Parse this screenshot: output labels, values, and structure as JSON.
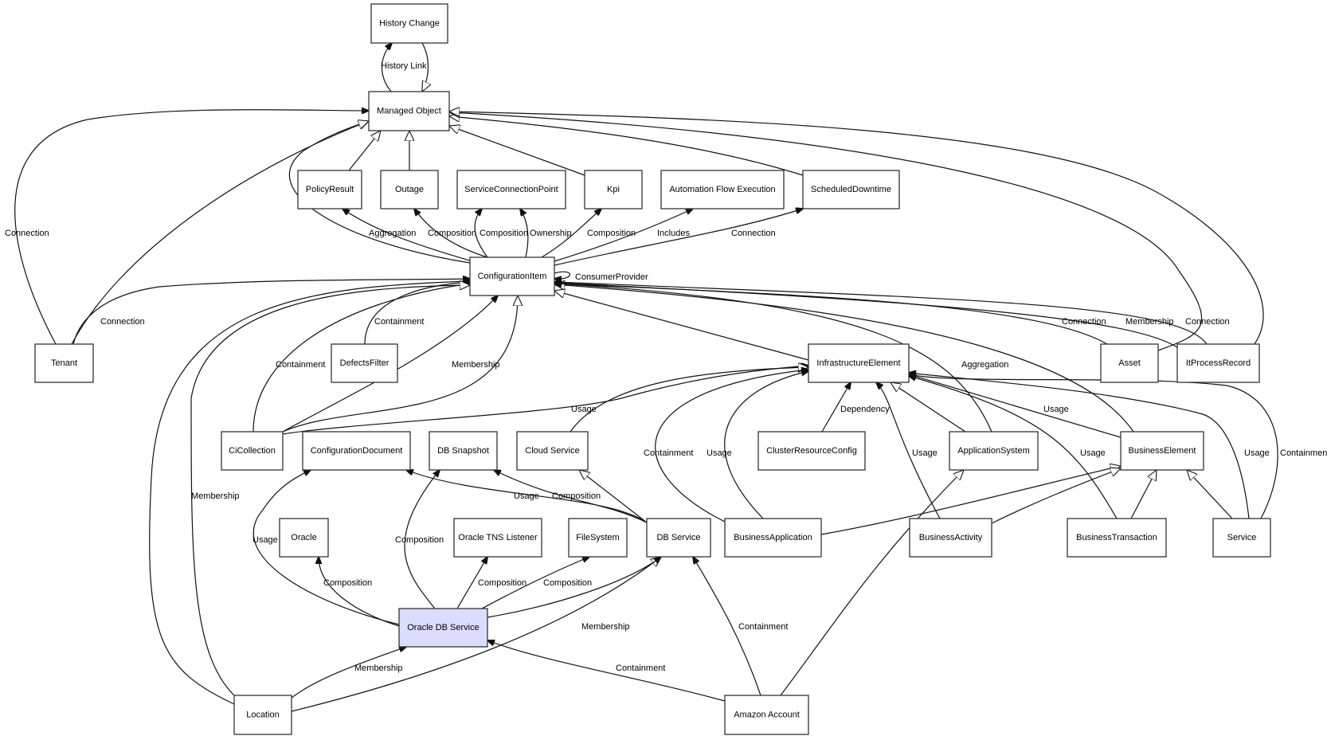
{
  "diagram": {
    "type": "class-relationship-graph",
    "colors": {
      "highlight_fill": "#dcdcfc",
      "node_fill": "#ffffff",
      "stroke": "#333333"
    },
    "nodes": [
      {
        "id": "history_change",
        "label": "History Change"
      },
      {
        "id": "managed_object",
        "label": "Managed Object"
      },
      {
        "id": "policy_result",
        "label": "PolicyResult"
      },
      {
        "id": "outage",
        "label": "Outage"
      },
      {
        "id": "service_connection_point",
        "label": "ServiceConnectionPoint"
      },
      {
        "id": "kpi",
        "label": "Kpi"
      },
      {
        "id": "automation_flow_execution",
        "label": "Automation Flow Execution"
      },
      {
        "id": "scheduled_downtime",
        "label": "ScheduledDowntime"
      },
      {
        "id": "configuration_item",
        "label": "ConfigurationItem"
      },
      {
        "id": "tenant",
        "label": "Tenant"
      },
      {
        "id": "defects_filter",
        "label": "DefectsFilter"
      },
      {
        "id": "infrastructure_element",
        "label": "InfrastructureElement"
      },
      {
        "id": "asset",
        "label": "Asset"
      },
      {
        "id": "it_process_record",
        "label": "ItProcessRecord"
      },
      {
        "id": "ci_collection",
        "label": "CiCollection"
      },
      {
        "id": "configuration_document",
        "label": "ConfigurationDocument"
      },
      {
        "id": "db_snapshot",
        "label": "DB Snapshot"
      },
      {
        "id": "cloud_service",
        "label": "Cloud Service"
      },
      {
        "id": "cluster_resource_config",
        "label": "ClusterResourceConfig"
      },
      {
        "id": "application_system",
        "label": "ApplicationSystem"
      },
      {
        "id": "business_element",
        "label": "BusinessElement"
      },
      {
        "id": "oracle",
        "label": "Oracle"
      },
      {
        "id": "oracle_tns_listener",
        "label": "Oracle TNS Listener"
      },
      {
        "id": "file_system",
        "label": "FileSystem"
      },
      {
        "id": "db_service",
        "label": "DB Service"
      },
      {
        "id": "business_application",
        "label": "BusinessApplication"
      },
      {
        "id": "business_activity",
        "label": "BusinessActivity"
      },
      {
        "id": "business_transaction",
        "label": "BusinessTransaction"
      },
      {
        "id": "service",
        "label": "Service"
      },
      {
        "id": "oracle_db_service",
        "label": "Oracle DB Service",
        "highlighted": true
      },
      {
        "id": "location",
        "label": "Location"
      },
      {
        "id": "amazon_account",
        "label": "Amazon Account"
      }
    ],
    "edges": [
      {
        "from": "managed_object",
        "to": "history_change",
        "label": "History Link",
        "kind": "association"
      },
      {
        "from": "history_change",
        "to": "managed_object",
        "label": "",
        "kind": "inheritance"
      },
      {
        "from": "tenant",
        "to": "managed_object",
        "label": "Connection",
        "kind": "association"
      },
      {
        "from": "tenant",
        "to": "managed_object",
        "label": "",
        "kind": "inheritance"
      },
      {
        "from": "configuration_item",
        "to": "managed_object",
        "label": "",
        "kind": "inheritance"
      },
      {
        "from": "policy_result",
        "to": "managed_object",
        "label": "",
        "kind": "inheritance"
      },
      {
        "from": "outage",
        "to": "managed_object",
        "label": "",
        "kind": "inheritance"
      },
      {
        "from": "kpi",
        "to": "managed_object",
        "label": "",
        "kind": "inheritance"
      },
      {
        "from": "scheduled_downtime",
        "to": "managed_object",
        "label": "",
        "kind": "inheritance"
      },
      {
        "from": "asset",
        "to": "managed_object",
        "label": "",
        "kind": "inheritance"
      },
      {
        "from": "it_process_record",
        "to": "managed_object",
        "label": "",
        "kind": "inheritance"
      },
      {
        "from": "configuration_item",
        "to": "policy_result",
        "label": "Aggregation",
        "kind": "association"
      },
      {
        "from": "configuration_item",
        "to": "outage",
        "label": "Composition",
        "kind": "association"
      },
      {
        "from": "configuration_item",
        "to": "service_connection_point",
        "label": "Composition",
        "kind": "association"
      },
      {
        "from": "configuration_item",
        "to": "service_connection_point",
        "label": "Ownership",
        "kind": "association"
      },
      {
        "from": "configuration_item",
        "to": "kpi",
        "label": "Composition",
        "kind": "association"
      },
      {
        "from": "configuration_item",
        "to": "automation_flow_execution",
        "label": "Includes",
        "kind": "association"
      },
      {
        "from": "configuration_item",
        "to": "scheduled_downtime",
        "label": "Connection",
        "kind": "association"
      },
      {
        "from": "configuration_item",
        "to": "configuration_item",
        "label": "ConsumerProvider",
        "kind": "association"
      },
      {
        "from": "tenant",
        "to": "configuration_item",
        "label": "Connection",
        "kind": "association"
      },
      {
        "from": "defects_filter",
        "to": "configuration_item",
        "label": "Containment",
        "kind": "association"
      },
      {
        "from": "ci_collection",
        "to": "configuration_item",
        "label": "Containment",
        "kind": "association"
      },
      {
        "from": "ci_collection",
        "to": "configuration_item",
        "label": "Membership",
        "kind": "association"
      },
      {
        "from": "ci_collection",
        "to": "configuration_item",
        "label": "",
        "kind": "inheritance"
      },
      {
        "from": "location",
        "to": "configuration_item",
        "label": "Membership",
        "kind": "association"
      },
      {
        "from": "location",
        "to": "configuration_item",
        "label": "",
        "kind": "inheritance"
      },
      {
        "from": "infrastructure_element",
        "to": "configuration_item",
        "label": "",
        "kind": "inheritance"
      },
      {
        "from": "application_system",
        "to": "configuration_item",
        "label": "Aggregation",
        "kind": "association"
      },
      {
        "from": "business_element",
        "to": "configuration_item",
        "label": "",
        "kind": "inheritance"
      },
      {
        "from": "asset",
        "to": "configuration_item",
        "label": "Connection",
        "kind": "association"
      },
      {
        "from": "it_process_record",
        "to": "configuration_item",
        "label": "Membership",
        "kind": "association"
      },
      {
        "from": "it_process_record",
        "to": "configuration_item",
        "label": "Connection",
        "kind": "association"
      },
      {
        "from": "ci_collection",
        "to": "infrastructure_element",
        "label": "Usage",
        "kind": "association"
      },
      {
        "from": "cloud_service",
        "to": "infrastructure_element",
        "label": "",
        "kind": "inheritance"
      },
      {
        "from": "business_application",
        "to": "infrastructure_element",
        "label": "Containment",
        "kind": "association"
      },
      {
        "from": "business_application",
        "to": "infrastructure_element",
        "label": "Usage",
        "kind": "association"
      },
      {
        "from": "cluster_resource_config",
        "to": "infrastructure_element",
        "label": "Dependency",
        "kind": "association"
      },
      {
        "from": "business_activity",
        "to": "infrastructure_element",
        "label": "Usage",
        "kind": "association"
      },
      {
        "from": "application_system",
        "to": "infrastructure_element",
        "label": "",
        "kind": "inheritance"
      },
      {
        "from": "business_transaction",
        "to": "infrastructure_element",
        "label": "Usage",
        "kind": "association"
      },
      {
        "from": "business_element",
        "to": "infrastructure_element",
        "label": "Usage",
        "kind": "association"
      },
      {
        "from": "service",
        "to": "infrastructure_element",
        "label": "Usage",
        "kind": "association"
      },
      {
        "from": "service",
        "to": "infrastructure_element",
        "label": "Containment",
        "kind": "association"
      },
      {
        "from": "business_application",
        "to": "business_element",
        "label": "",
        "kind": "inheritance"
      },
      {
        "from": "business_activity",
        "to": "business_element",
        "label": "",
        "kind": "inheritance"
      },
      {
        "from": "business_transaction",
        "to": "business_element",
        "label": "",
        "kind": "inheritance"
      },
      {
        "from": "service",
        "to": "business_element",
        "label": "",
        "kind": "inheritance"
      },
      {
        "from": "amazon_account",
        "to": "application_system",
        "label": "",
        "kind": "inheritance"
      },
      {
        "from": "db_service",
        "to": "configuration_document",
        "label": "Usage",
        "kind": "association"
      },
      {
        "from": "db_service",
        "to": "db_snapshot",
        "label": "Composition",
        "kind": "association"
      },
      {
        "from": "db_service",
        "to": "cloud_service",
        "label": "",
        "kind": "inheritance"
      },
      {
        "from": "oracle_db_service",
        "to": "configuration_document",
        "label": "Usage",
        "kind": "association"
      },
      {
        "from": "oracle_db_service",
        "to": "db_snapshot",
        "label": "Composition",
        "kind": "association"
      },
      {
        "from": "oracle_db_service",
        "to": "oracle",
        "label": "Composition",
        "kind": "association"
      },
      {
        "from": "oracle_db_service",
        "to": "oracle_tns_listener",
        "label": "Composition",
        "kind": "association"
      },
      {
        "from": "oracle_db_service",
        "to": "file_system",
        "label": "Composition",
        "kind": "association"
      },
      {
        "from": "oracle_db_service",
        "to": "db_service",
        "label": "",
        "kind": "inheritance"
      },
      {
        "from": "location",
        "to": "oracle_db_service",
        "label": "Membership",
        "kind": "association"
      },
      {
        "from": "location",
        "to": "db_service",
        "label": "Membership",
        "kind": "association"
      },
      {
        "from": "amazon_account",
        "to": "oracle_db_service",
        "label": "Containment",
        "kind": "association"
      },
      {
        "from": "amazon_account",
        "to": "db_service",
        "label": "Containment",
        "kind": "association"
      }
    ]
  }
}
